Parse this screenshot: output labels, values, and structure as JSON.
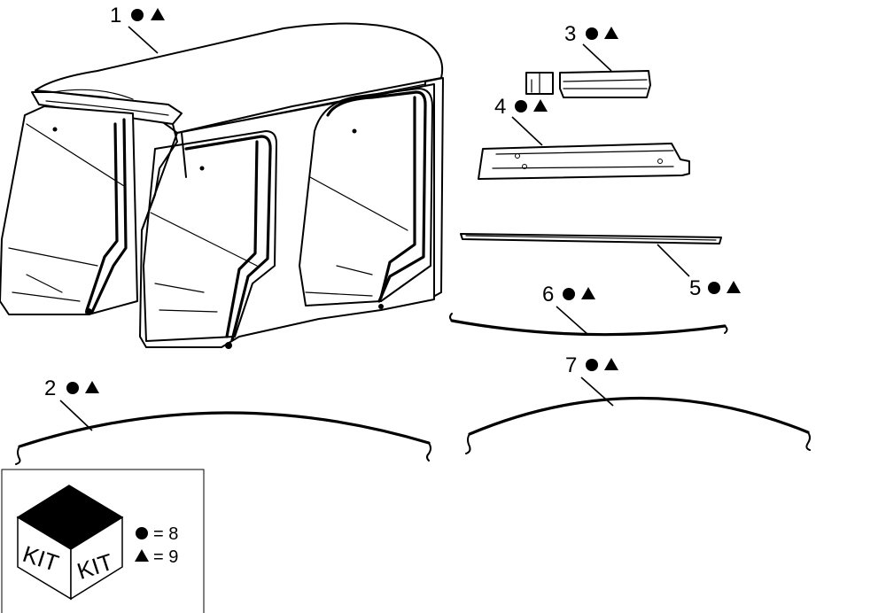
{
  "callouts": [
    {
      "id": "1",
      "label": "1"
    },
    {
      "id": "2",
      "label": "2"
    },
    {
      "id": "3",
      "label": "3"
    },
    {
      "id": "4",
      "label": "4"
    },
    {
      "id": "5",
      "label": "5"
    },
    {
      "id": "6",
      "label": "6"
    },
    {
      "id": "7",
      "label": "7"
    }
  ],
  "kit": {
    "face_left": "KIT",
    "face_right": "KIT",
    "legend": [
      {
        "symbol": "circle-icon",
        "text": "= 8"
      },
      {
        "symbol": "triangle-icon",
        "text": "= 9"
      }
    ]
  },
  "colors": {
    "ink": "#000000",
    "paper": "#ffffff"
  }
}
